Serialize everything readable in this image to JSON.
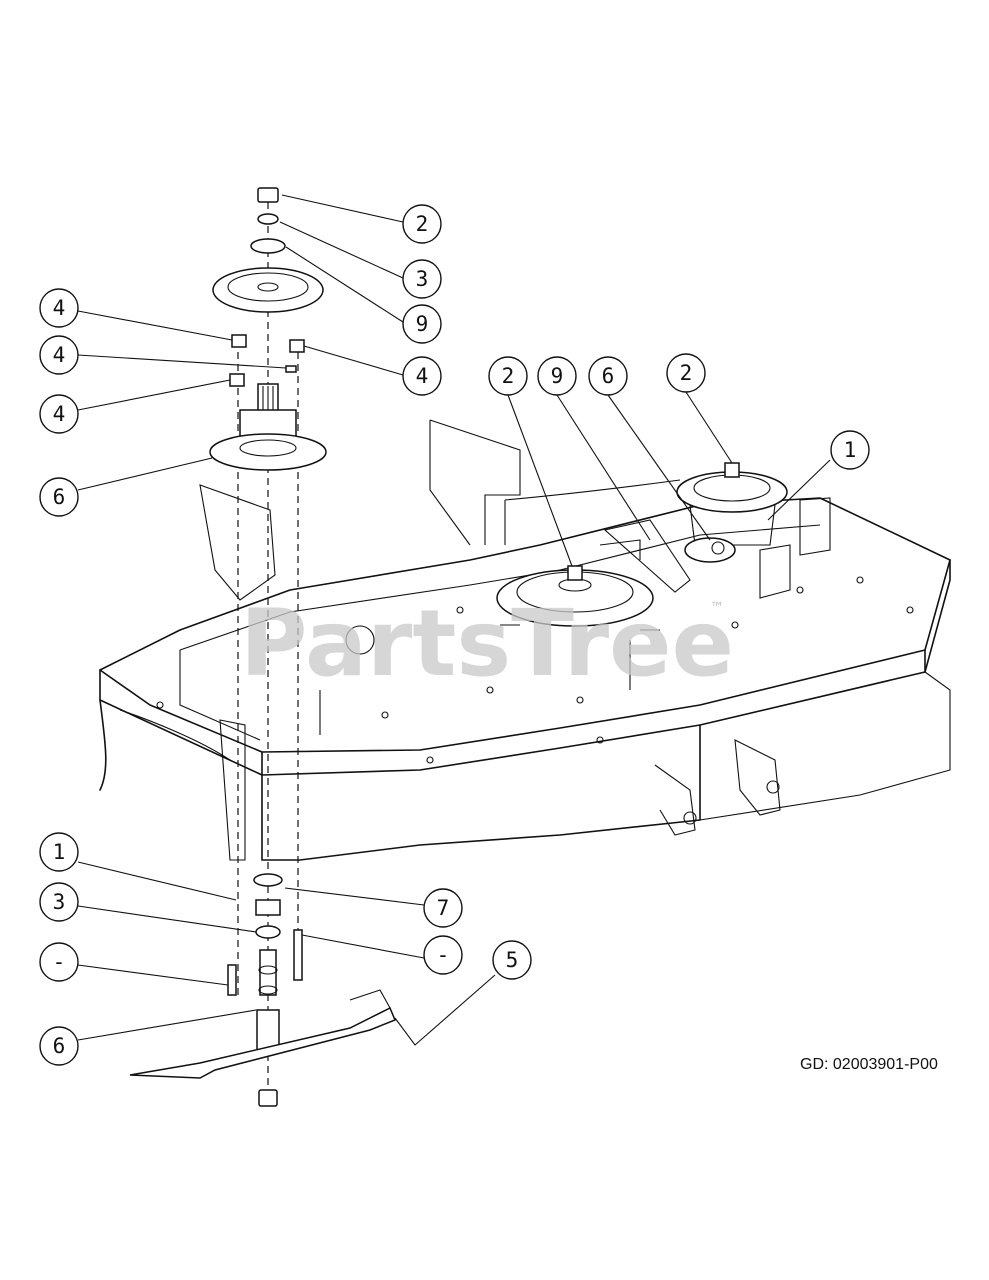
{
  "watermark": {
    "text": "PartsTree",
    "tm": "™"
  },
  "diagram_code": "GD: 02003901-P00",
  "callouts": [
    {
      "id": "c-left-2",
      "label": "2"
    },
    {
      "id": "c-left-3",
      "label": "3"
    },
    {
      "id": "c-left-9",
      "label": "9"
    },
    {
      "id": "c-left-4a",
      "label": "4"
    },
    {
      "id": "c-left-4b",
      "label": "4"
    },
    {
      "id": "c-left-4c",
      "label": "4"
    },
    {
      "id": "c-left-4d",
      "label": "4"
    },
    {
      "id": "c-left-6",
      "label": "6"
    },
    {
      "id": "c-mid-2",
      "label": "2"
    },
    {
      "id": "c-mid-9",
      "label": "9"
    },
    {
      "id": "c-mid-6",
      "label": "6"
    },
    {
      "id": "c-right-2",
      "label": "2"
    },
    {
      "id": "c-right-1",
      "label": "1"
    },
    {
      "id": "c-low-1",
      "label": "1"
    },
    {
      "id": "c-low-3",
      "label": "3"
    },
    {
      "id": "c-low-7",
      "label": "7"
    },
    {
      "id": "c-low-dash1",
      "label": "-"
    },
    {
      "id": "c-low-dash2",
      "label": "-"
    },
    {
      "id": "c-low-5",
      "label": "5"
    },
    {
      "id": "c-low-6",
      "label": "6"
    }
  ]
}
